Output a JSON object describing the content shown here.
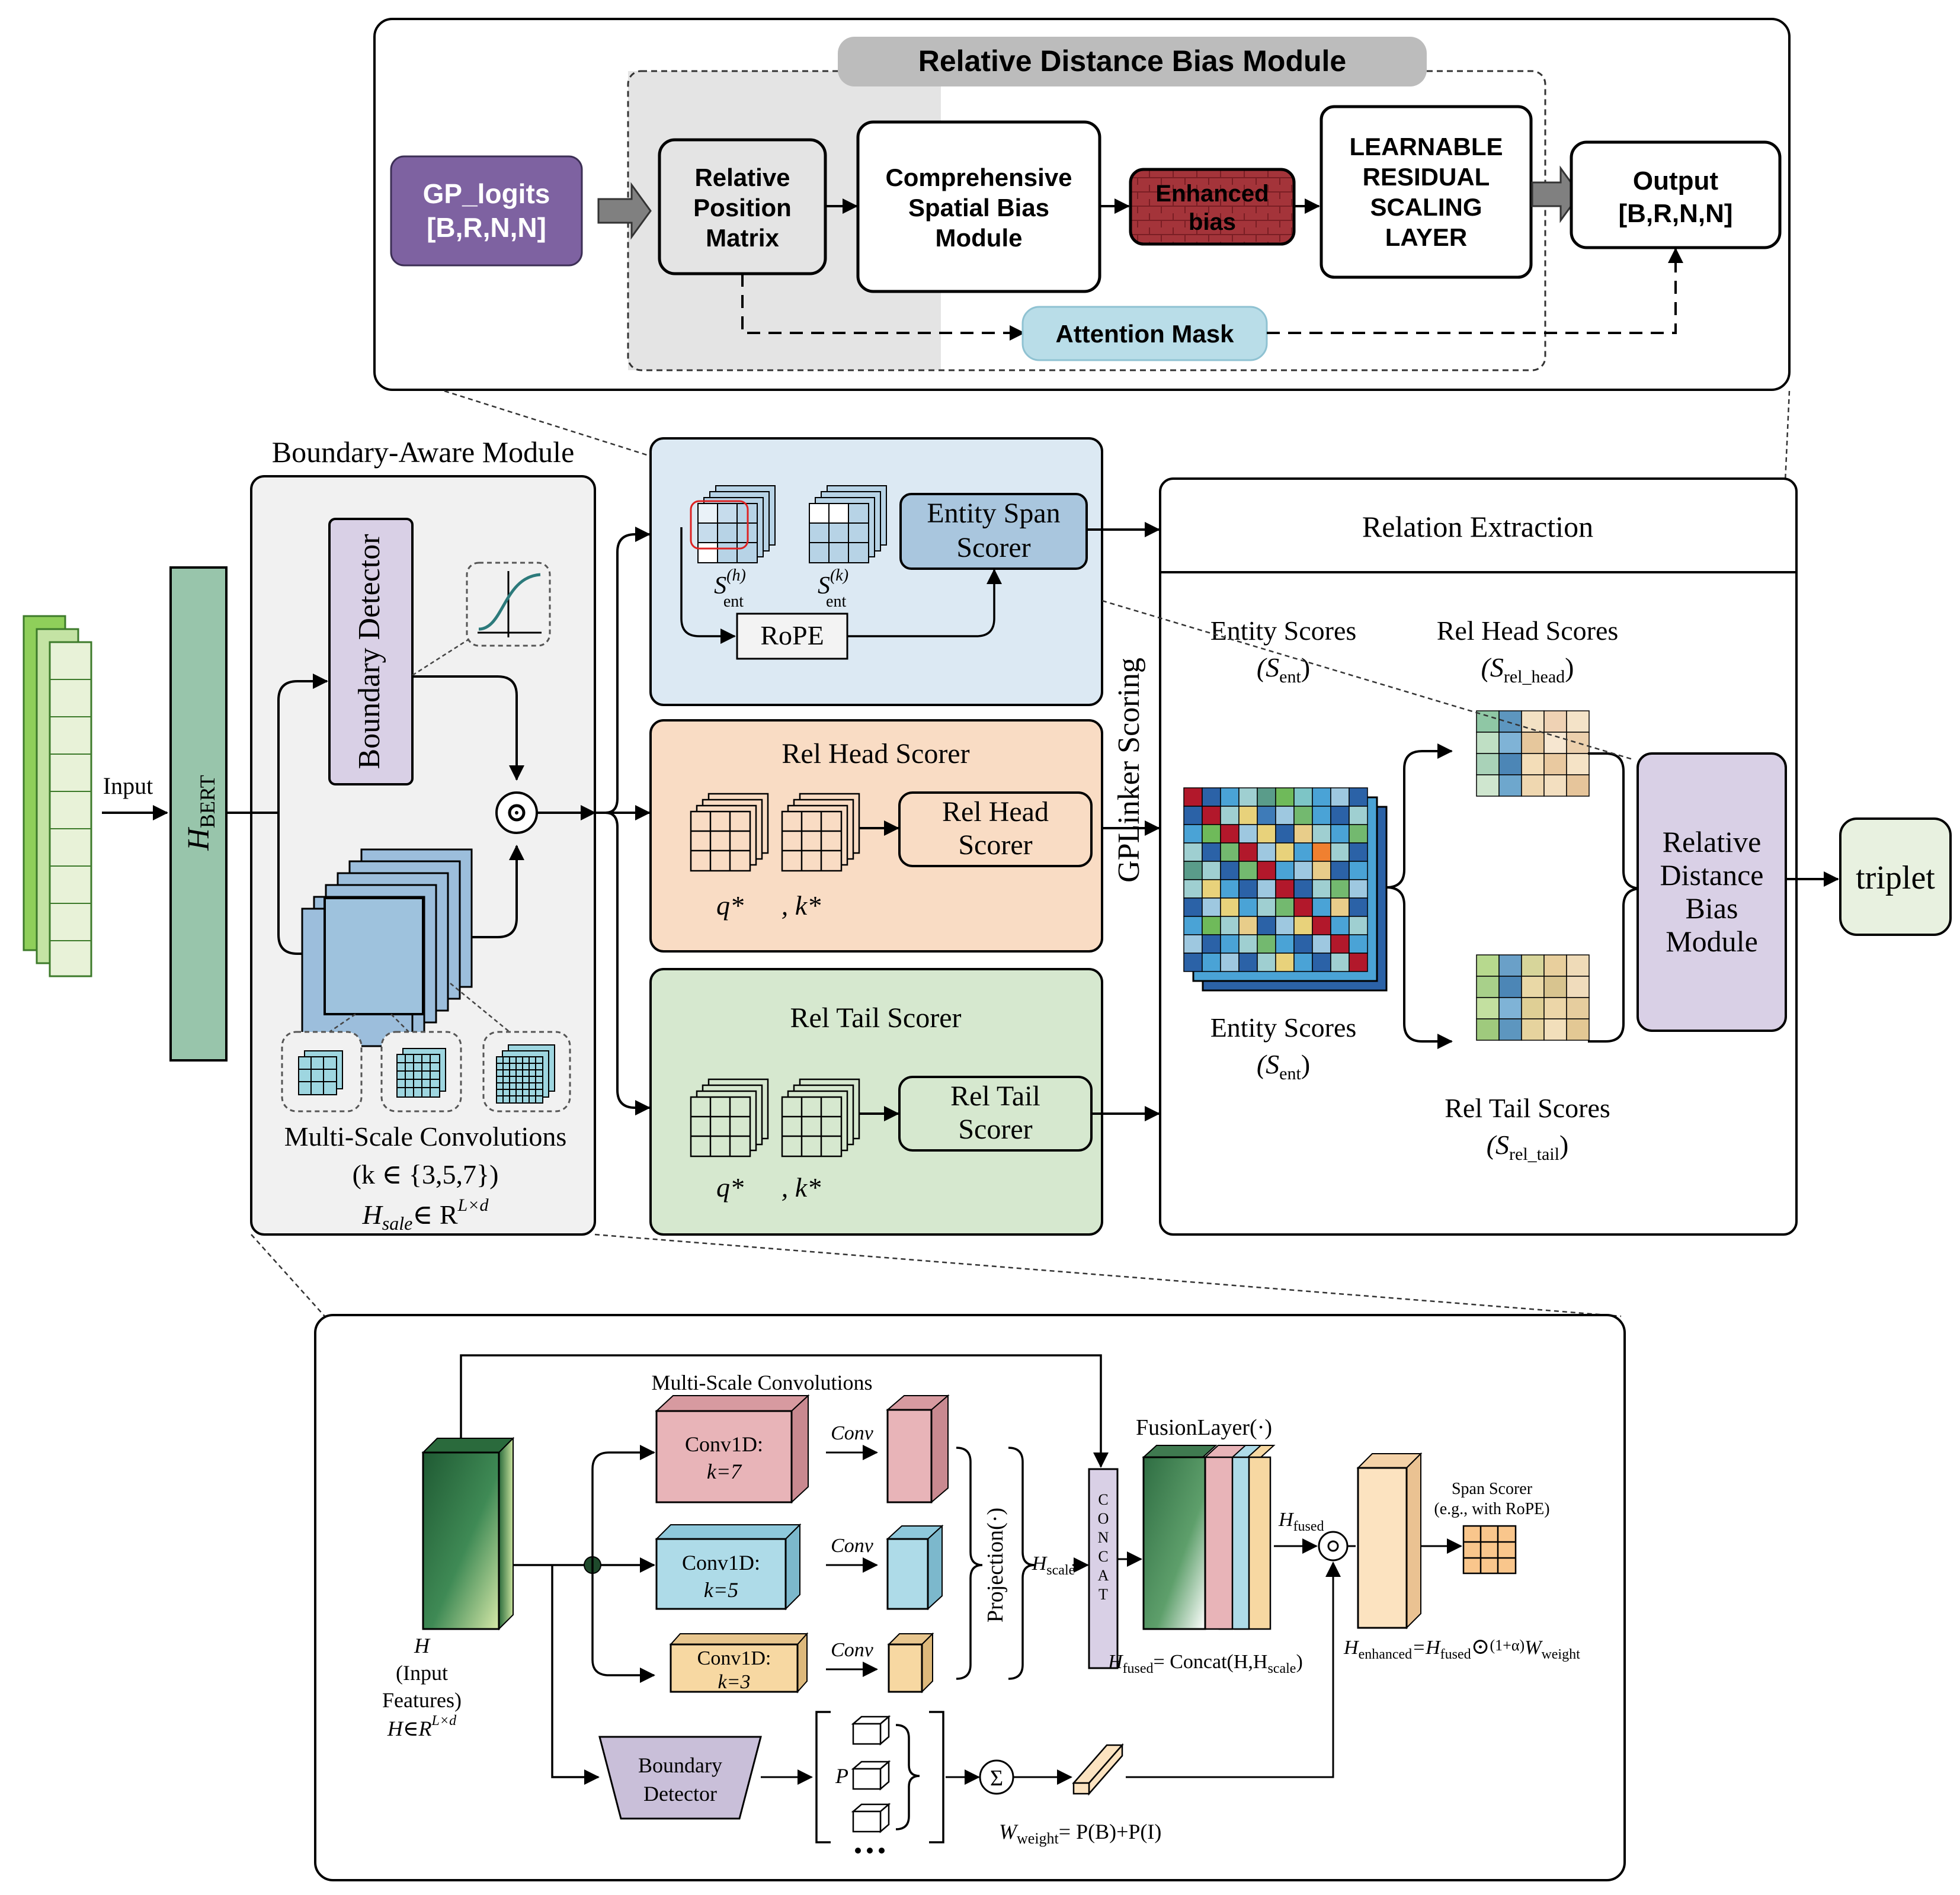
{
  "rdb_module": {
    "title": "Relative Distance Bias Module",
    "gp_logits": [
      "GP_logits",
      "[B,R,N,N]"
    ],
    "relative_position_matrix": [
      "Relative",
      "Position",
      "Matrix"
    ],
    "comprehensive_spatial": [
      "Comprehensive",
      "Spatial Bias",
      "Module"
    ],
    "enhanced_bias": [
      "Enhanced",
      "bias"
    ],
    "residual_scaling": [
      "LEARNABLE",
      "RESIDUAL",
      "SCALING",
      "LAYER"
    ],
    "output": [
      "Output",
      "[B,R,N,N]"
    ],
    "attention_mask": "Attention Mask"
  },
  "input": {
    "label": "Input",
    "bert": "H",
    "bert_sub": "BERT"
  },
  "boundary_aware": {
    "title": "Boundary-Aware Module",
    "boundary_detector": "Boundary Detector",
    "multi_scale": "Multi-Scale Convolutions",
    "kernels": "(k ∈ {3,5,7})",
    "h_scale": "H",
    "h_scale_sub": "sale",
    "h_scale_set": "∈ R",
    "h_scale_sup": "L×d"
  },
  "entity_span": {
    "scorer": [
      "Entity Span",
      "Scorer"
    ],
    "s_ent_h": "S",
    "s_ent_h_sup": "(h)",
    "s_ent_h_sub": "ent",
    "s_ent_k": "S",
    "s_ent_k_sup": "(k)",
    "s_ent_k_sub": "ent",
    "rope": "RoPE"
  },
  "rel_head": {
    "title": "Rel Head Scorer",
    "scorer": [
      "Rel Head",
      "Scorer"
    ],
    "q": "q*",
    "k": ", k*"
  },
  "rel_tail": {
    "title": "Rel Tail Scorer",
    "scorer": [
      "Rel Tail",
      "Scorer"
    ],
    "q": "q*",
    "k": ", k*"
  },
  "gplinker": "GPLinker Scoring",
  "relation_extraction": {
    "title": "Relation Extraction",
    "entity_scores_top": "Entity Scores",
    "entity_scores_top_sym": "(S",
    "entity_scores_top_sub": "ent",
    "rel_head_scores": "Rel Head Scores",
    "rel_head_sym": "(S",
    "rel_head_sub": "rel_head",
    "entity_scores_bottom": "Entity Scores",
    "entity_scores_bottom_sym": "(S",
    "entity_scores_bottom_sub": "ent",
    "rel_tail_scores": "Rel Tail Scores",
    "rel_tail_sym": "(S",
    "rel_tail_sub": "rel_tail",
    "rdb": [
      "Relative",
      "Distance",
      "Bias",
      "Module"
    ]
  },
  "triplet": "triplet",
  "detail": {
    "multi_scale": "Multi-Scale Convolutions",
    "conv7": [
      "Conv1D:",
      "k=7"
    ],
    "conv5": [
      "Conv1D:",
      "k=5"
    ],
    "conv3": [
      "Conv1D:",
      "k=3"
    ],
    "conv_label": "Conv",
    "projection": "Projection(·)",
    "h_scale": "H",
    "h_scale_sub": "scale",
    "concat": [
      "C",
      "O",
      "N",
      "C",
      "A",
      "T"
    ],
    "fusion_layer": "FusionLayer(·)",
    "h_fused": "H",
    "h_fused_sub": "fused",
    "h_fused_eq": "= Concat(H,H",
    "h_fused_eq_sub": "scale",
    "h_fused_eq_end": ")",
    "span_scorer": [
      "Span Scorer",
      "(e.g., with RoPE)"
    ],
    "h_enhanced_eq": "H",
    "h_enhanced_sub": "enhanced",
    "h_enhanced_mid": "=H",
    "h_enhanced_mid_sub": "fused",
    "h_enhanced_alpha": "(1+α)",
    "h_enhanced_w": "W",
    "h_enhanced_w_sub": "weight",
    "input_h": "H",
    "input_label": [
      "(Input",
      "Features)"
    ],
    "input_set": "H∈R",
    "input_set_sup": "L×d",
    "boundary_detector": [
      "Boundary",
      "Detector"
    ],
    "p_label": "P",
    "sigma": "Σ",
    "w_weight": "W",
    "w_weight_sub": "weight",
    "w_weight_eq": "= P(B)+P(I)"
  },
  "colors": {
    "purple_gp": "#7e62a1",
    "boundary_purple": "#d9d0e6",
    "entity_blue": "#dce9f3",
    "rel_head_orange": "#f9dcc4",
    "rel_tail_green": "#d6e8cf",
    "bert_green": "#98c5ab",
    "attention_cyan": "#b9dde8",
    "enhanced_red": "#a4343a",
    "triplet_green": "#e8f1e0"
  },
  "heatmap": {
    "values": [
      [
        "#b2182b",
        "#2b62a7",
        "#4aa3d6",
        "#9fcfd1",
        "#5a9c8a",
        "#6fba5a",
        "#7dc5c6",
        "#4aa3d6",
        "#9ec8e0",
        "#2b62a7"
      ],
      [
        "#2b62a7",
        "#b2182b",
        "#9fcfd1",
        "#e8d27b",
        "#3e7bb8",
        "#9ec8e0",
        "#73b96f",
        "#4aa3d6",
        "#2b62a7",
        "#9fcfd1"
      ],
      [
        "#4aa3d6",
        "#6fba5a",
        "#b2182b",
        "#9ec8e0",
        "#e8d27b",
        "#2b62a7",
        "#e8cd8a",
        "#9fcfd1",
        "#4aa3d6",
        "#73b96f"
      ],
      [
        "#9fcfd1",
        "#2b62a7",
        "#73b96f",
        "#b2182b",
        "#9ec8e0",
        "#e8d27b",
        "#4aa3d6",
        "#f08030",
        "#9fcfd1",
        "#2b62a7"
      ],
      [
        "#5a9c8a",
        "#9fcfd1",
        "#2b62a7",
        "#73b96f",
        "#b2182b",
        "#4aa3d6",
        "#9ec8e0",
        "#e8cd8a",
        "#2b62a7",
        "#4aa3d6"
      ],
      [
        "#9fcfd1",
        "#e8d27b",
        "#4aa3d6",
        "#2b62a7",
        "#9ec8e0",
        "#b2182b",
        "#2b62a7",
        "#9fcfd1",
        "#73b96f",
        "#9ec8e0"
      ],
      [
        "#2b62a7",
        "#9ec8e0",
        "#e8d27b",
        "#4aa3d6",
        "#9fcfd1",
        "#73b96f",
        "#b2182b",
        "#4aa3d6",
        "#e8cd8a",
        "#2b62a7"
      ],
      [
        "#4aa3d6",
        "#6fba5a",
        "#9fcfd1",
        "#e8cd8a",
        "#2b62a7",
        "#9ec8e0",
        "#e8d27b",
        "#b2182b",
        "#4aa3d6",
        "#9fcfd1"
      ],
      [
        "#9ec8e0",
        "#2b62a7",
        "#4aa3d6",
        "#9fcfd1",
        "#73b96f",
        "#4aa3d6",
        "#2b62a7",
        "#9ec8e0",
        "#b2182b",
        "#4aa3d6"
      ],
      [
        "#2b62a7",
        "#4aa3d6",
        "#9ec8e0",
        "#2b62a7",
        "#9fcfd1",
        "#e8d27b",
        "#4aa3d6",
        "#2b62a7",
        "#9fcfd1",
        "#b2182b"
      ]
    ]
  }
}
